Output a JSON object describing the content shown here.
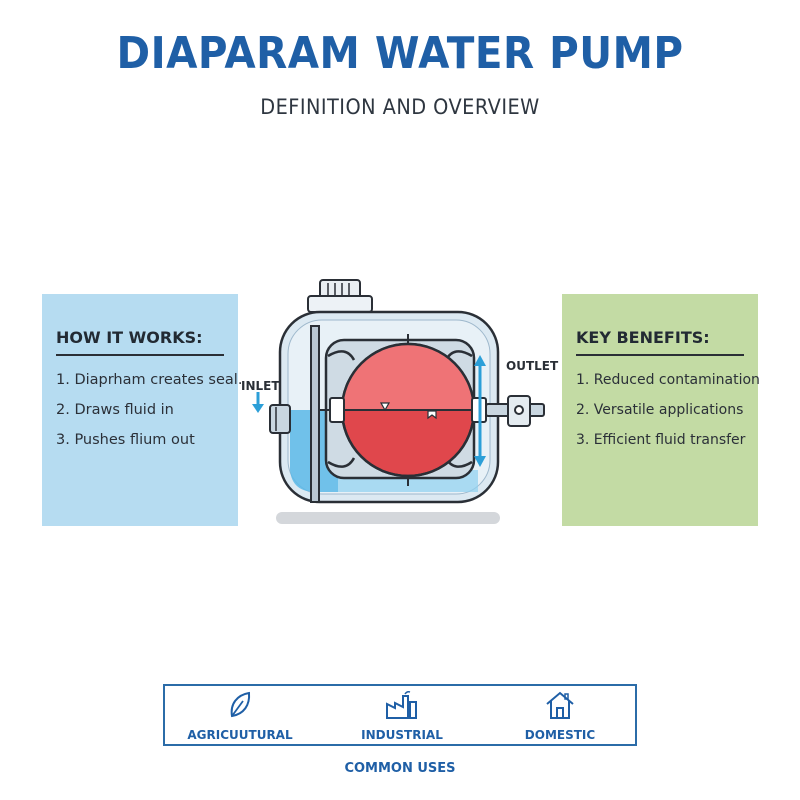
{
  "header": {
    "title": "DIAPARAM WATER PUMP",
    "subtitle": "DEFINITION AND OVERVIEW"
  },
  "how_it_works": {
    "heading": "HOW IT WORKS:",
    "items": [
      "1. Diaprham creates seal.",
      "2. Draws fluid in",
      "3. Pushes flium out"
    ]
  },
  "key_benefits": {
    "heading": "KEY BENEFITS:",
    "items": [
      "1. Reduced contamination",
      "2. Versatile applications",
      "3. Efficient fluid transfer"
    ]
  },
  "diagram": {
    "inlet_label": "INLET",
    "outlet_label": "OUTLET"
  },
  "uses": {
    "items": [
      {
        "label": "AGRICUUTURAL",
        "icon": "leaf-icon"
      },
      {
        "label": "INDUSTRIAL",
        "icon": "factory-icon"
      },
      {
        "label": "DOMESTIC",
        "icon": "house-icon"
      }
    ],
    "caption": "COMMON USES"
  },
  "colors": {
    "title_blue": "#1f5fa6",
    "left_panel": "#b6dcf1",
    "right_panel": "#c3dba4",
    "diaphragm_red": "#e0474c",
    "water_blue": "#5bb8e8"
  }
}
